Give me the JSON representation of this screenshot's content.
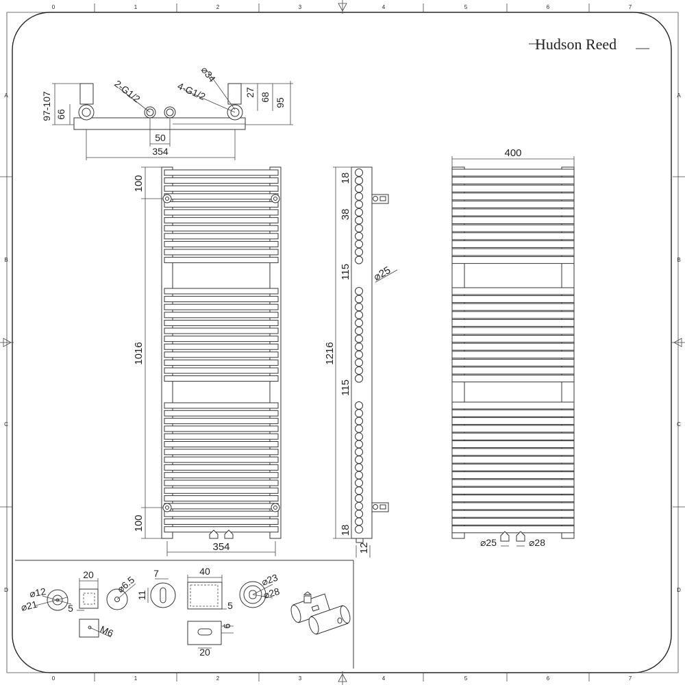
{
  "brand": {
    "name": "Hudson Reed"
  },
  "grid": {
    "columns": [
      "0",
      "1",
      "2",
      "3",
      "4",
      "5",
      "6",
      "7"
    ],
    "rows": [
      "A",
      "B",
      "C",
      "D"
    ]
  },
  "top_view": {
    "d_97_107": "97-107",
    "d_66": "66",
    "thread_2": "2-G1/2",
    "thread_4": "4-G1/2",
    "d_34": "⌀34",
    "d_27": "27",
    "d_68": "68",
    "d_95": "95",
    "d_50": "50",
    "d_354": "354"
  },
  "front_view": {
    "d_100_top": "100",
    "d_1016": "1016",
    "d_100_bottom": "100",
    "d_354": "354"
  },
  "side_view": {
    "d_18_top": "18",
    "d_38": "38",
    "d_115_a": "115",
    "d_25": "⌀25",
    "d_1216": "1216",
    "d_115_b": "115",
    "d_18_bottom": "18",
    "d_12": "12"
  },
  "back_view": {
    "d_400": "400",
    "d_25": "⌀25",
    "d_28": "⌀28"
  },
  "details": {
    "d_12": "⌀12",
    "d_21": "⌀21",
    "d_20_clip": "20",
    "d_5_clip": "5",
    "d_m6": "M6",
    "d_6_5": "⌀6.5",
    "d_7": "7",
    "d_11": "11",
    "d_40": "40",
    "d_5_bracket": "5",
    "d_6": "6",
    "d_20_bracket": "20",
    "d_23": "⌀23",
    "d_28": "⌀28"
  }
}
